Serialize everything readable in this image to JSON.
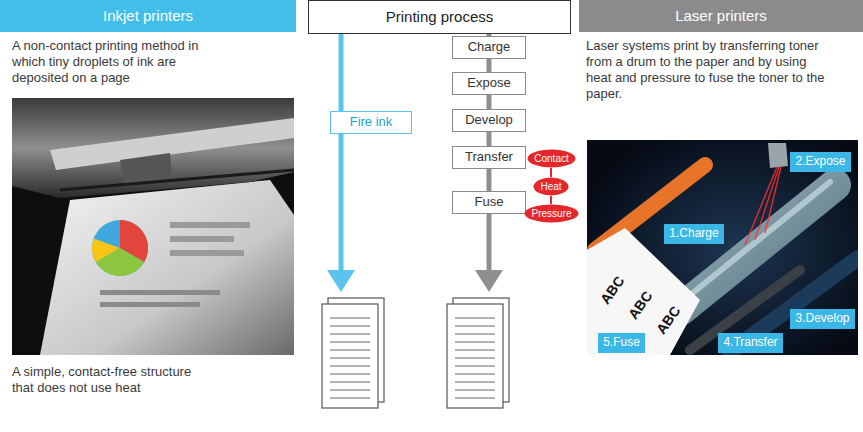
{
  "diagram": {
    "nodes": [
      {
        "text": [
          "Inkjet printers"
        ]
      },
      {
        "text": [
          "Printing process"
        ]
      },
      {
        "text": [
          "Laser printers"
        ]
      },
      {
        "text": [
          "Fire ink"
        ]
      },
      {
        "text": [
          "Charge"
        ]
      },
      {
        "text": [
          "Expose"
        ]
      },
      {
        "text": [
          "Develop"
        ]
      },
      {
        "text": [
          "Transfer"
        ]
      },
      {
        "text": [
          "Fuse"
        ]
      },
      {
        "text": [
          "Contact"
        ]
      },
      {
        "text": [
          "Heat"
        ]
      },
      {
        "text": [
          "Pressure"
        ]
      },
      {
        "text": [
          "1.Charge"
        ]
      },
      {
        "text": [
          "2.Expose"
        ]
      },
      {
        "text": [
          "3.Develop"
        ]
      },
      {
        "text": [
          "4.Transfer"
        ]
      },
      {
        "text": [
          "5.Fuse"
        ]
      }
    ],
    "edges": [
      {
        "from": 1,
        "to": 3,
        "arrow": "none"
      },
      {
        "from": 1,
        "to": 4,
        "arrow": "none"
      },
      {
        "from": 4,
        "to": 5,
        "arrow": "none"
      },
      {
        "from": 5,
        "to": 6,
        "arrow": "none"
      },
      {
        "from": 6,
        "to": 7,
        "arrow": "none"
      },
      {
        "from": 7,
        "to": 8,
        "arrow": "none"
      },
      {
        "from": 9,
        "to": 10,
        "arrow": "none"
      },
      {
        "from": 10,
        "to": 11,
        "arrow": "none"
      }
    ],
    "labels": [
      "A non-contact printing method in which tiny droplets of ink are deposited on a page",
      "A simple, contact-free structure that does not use heat",
      "Laser systems print by transferring toner from a drum to the paper and by using heat and pressure to fuse the toner to the paper.",
      "ABC",
      "ABC",
      "ABC"
    ]
  }
}
